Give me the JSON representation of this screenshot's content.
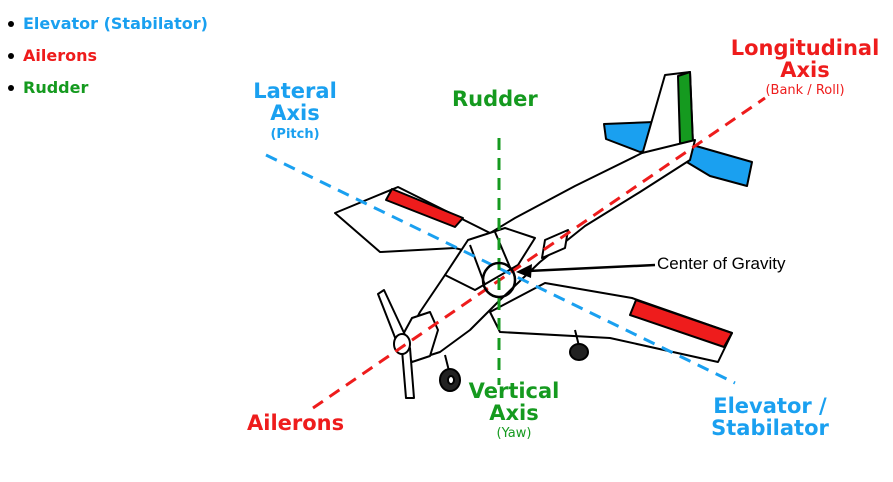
{
  "legend": [
    {
      "label": "Elevator (Stabilator)",
      "color": "#1aa0f0"
    },
    {
      "label": "Ailerons",
      "color": "#ee1c1c"
    },
    {
      "label": "Rudder",
      "color": "#159a1f"
    }
  ],
  "labels": {
    "lateral_axis_title": "Lateral",
    "lateral_axis_title2": "Axis",
    "lateral_axis_sub": "(Pitch)",
    "longitudinal_axis_title": "Longitudinal",
    "longitudinal_axis_title2": "Axis",
    "longitudinal_axis_sub": "(Bank / Roll)",
    "vertical_axis_title": "Vertical",
    "vertical_axis_title2": "Axis",
    "vertical_axis_sub": "(Yaw)",
    "rudder": "Rudder",
    "ailerons": "Ailerons",
    "elevator_line1": "Elevator /",
    "elevator_line2": "Stabilator",
    "center_of_gravity": "Center of Gravity"
  },
  "colors": {
    "elevator": "#1aa0f0",
    "aileron": "#ee1c1c",
    "rudder": "#159a1f",
    "outline": "#000000"
  }
}
